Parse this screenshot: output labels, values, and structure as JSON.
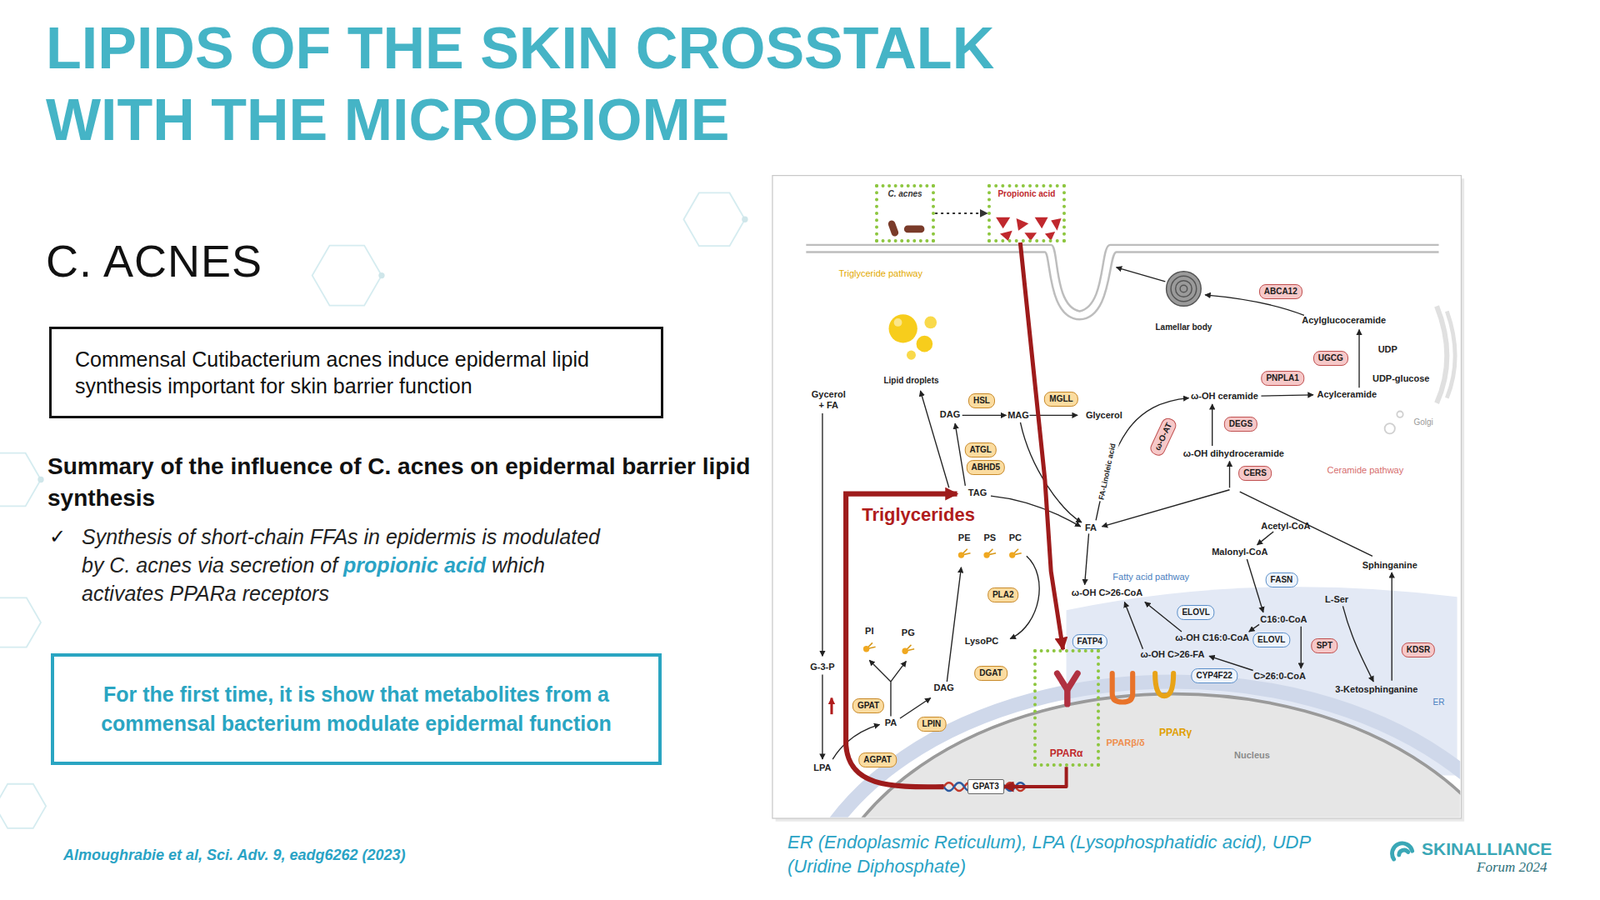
{
  "diagram": {
    "title": "LIPIDS OF THE SKIN CROSSTALK WITH THE MICROBIOME",
    "caption": "ER (Endoplasmic Reticulum), LPA (Lysophosphatidic acid), UDP (Uridine Diphosphate)",
    "nodes": [
      {
        "text": [
          "Commensal Cutibacterium acnes induce epidermal lipid synthesis important for skin barrier function"
        ]
      },
      {
        "text": [
          "For the first time, it is show that metabolites from a commensal bacterium modulate epidermal function"
        ]
      },
      {
        "text": [
          "C. acnes"
        ]
      },
      {
        "text": [
          "Propionic acid"
        ]
      },
      {
        "text": [
          "ABCA12"
        ]
      },
      {
        "text": [
          "UGCG"
        ]
      },
      {
        "text": [
          "PNPLA1"
        ]
      },
      {
        "text": [
          "HSL"
        ]
      },
      {
        "text": [
          "MGLL"
        ]
      },
      {
        "text": [
          "ω-O-AT"
        ]
      },
      {
        "text": [
          "DEGS"
        ]
      },
      {
        "text": [
          "ATGL"
        ]
      },
      {
        "text": [
          "ABHD5"
        ]
      },
      {
        "text": [
          "CERS"
        ]
      },
      {
        "text": [
          "FASN"
        ]
      },
      {
        "text": [
          "PLA2"
        ]
      },
      {
        "text": [
          "ELOVL"
        ]
      },
      {
        "text": [
          "SPT"
        ]
      },
      {
        "text": [
          "FATP4"
        ]
      },
      {
        "text": [
          "ELOVL"
        ]
      },
      {
        "text": [
          "KDSR"
        ]
      },
      {
        "text": [
          "CYP4F22"
        ]
      },
      {
        "text": [
          "DGAT"
        ]
      },
      {
        "text": [
          "PPARα"
        ]
      },
      {
        "text": [
          "GPAT"
        ]
      },
      {
        "text": [
          "LPIN"
        ]
      },
      {
        "text": [
          "AGPAT"
        ]
      },
      {
        "text": [
          "GPAT3"
        ]
      }
    ],
    "edges": [
      {
        "from": 2,
        "to": 3,
        "arrow": "to"
      },
      {
        "from": 3,
        "to": 23,
        "arrow": "to"
      },
      {
        "from": 23,
        "to": 27,
        "arrow": "to"
      }
    ],
    "labels": [
      "C. ACNES",
      "Summary of the influence of C. acnes on epidermal barrier lipid synthesis",
      "✓",
      "Synthesis of short-chain FFAs in epidermis is modulated by C. acnes via secretion of",
      "propionic acid",
      "which activates PPARa receptors",
      "Almoughrabie et al, Sci. Adv. 9, eadg6262 (2023)",
      "SKINALLIANCE",
      "Forum 2024",
      "Triglyceride pathway",
      "Lamellar body",
      "Acylglucoceramide",
      "UDP",
      "Lipid droplets",
      "UDP-glucose",
      "Gycerol + FA",
      "ω-OH ceramide",
      "Acylceramide",
      "DAG",
      "MAG",
      "Glycerol",
      "Golgi",
      "ω-OH dihydroceramide",
      "FA-Linoleic acid",
      "Ceramide pathway",
      "TAG",
      "Triglycerides",
      "FA",
      "Acetyl-CoA",
      "PE",
      "PS",
      "PC",
      "Malonyl-CoA",
      "Fatty acid pathway",
      "Sphinganine",
      "ω-OH C>26-CoA",
      "L-Ser",
      "C16:0-CoA",
      "PI",
      "PG",
      "ω-OH C16:0-CoA",
      "LysoPC",
      "ω-OH C>26-FA",
      "G-3-P",
      "C>26:0-CoA",
      "3-Ketosphinganine",
      "ER",
      "DAG",
      "PA",
      "PPARβ/δ",
      "PPARγ",
      "Nucleus",
      "LPA"
    ]
  }
}
